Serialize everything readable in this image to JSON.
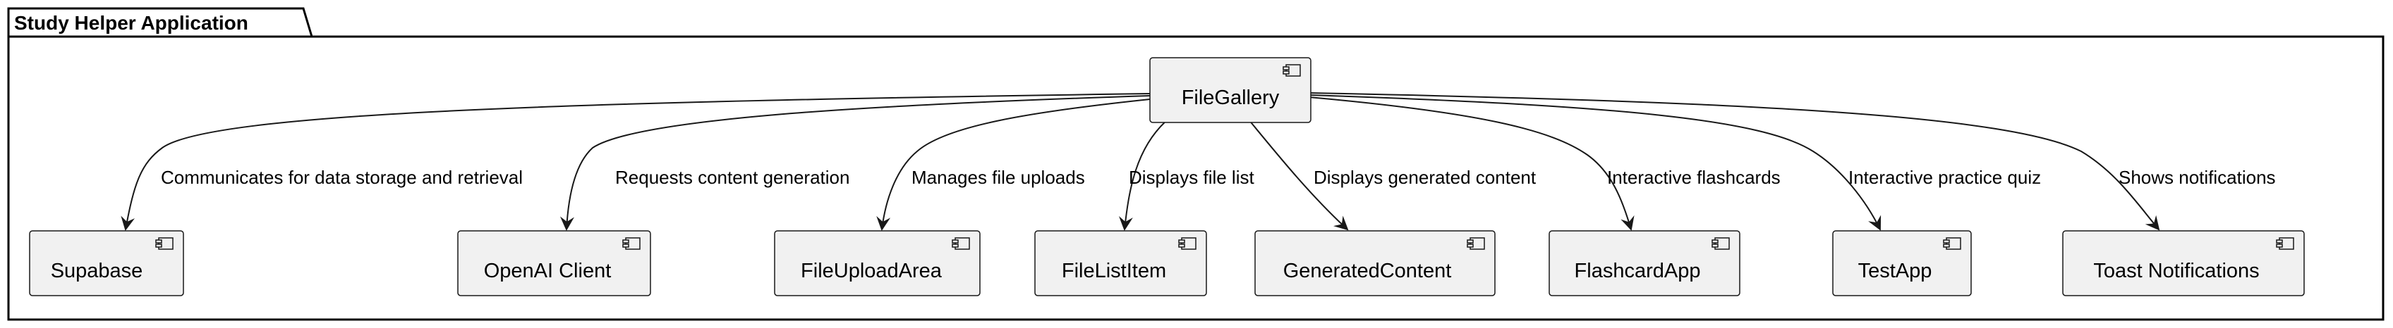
{
  "package": {
    "title": "Study Helper Application"
  },
  "components": {
    "file_gallery": "FileGallery",
    "supabase": "Supabase",
    "openai_client": "OpenAI Client",
    "file_upload_area": "FileUploadArea",
    "file_list_item": "FileListItem",
    "generated_content": "GeneratedContent",
    "flashcard_app": "FlashcardApp",
    "test_app": "TestApp",
    "toast_notifications": "Toast Notifications"
  },
  "edges": {
    "supabase": "Communicates for data storage and retrieval",
    "openai_client": "Requests content generation",
    "file_upload_area": "Manages file uploads",
    "file_list_item": "Displays file list",
    "generated_content": "Displays generated content",
    "flashcard_app": "Interactive flashcards",
    "test_app": "Interactive practice quiz",
    "toast_notifications": "Shows notifications"
  },
  "colors": {
    "component_fill": "#f1f1f1",
    "stroke": "#181818",
    "background": "#ffffff"
  },
  "icons": [
    "component-icon"
  ]
}
